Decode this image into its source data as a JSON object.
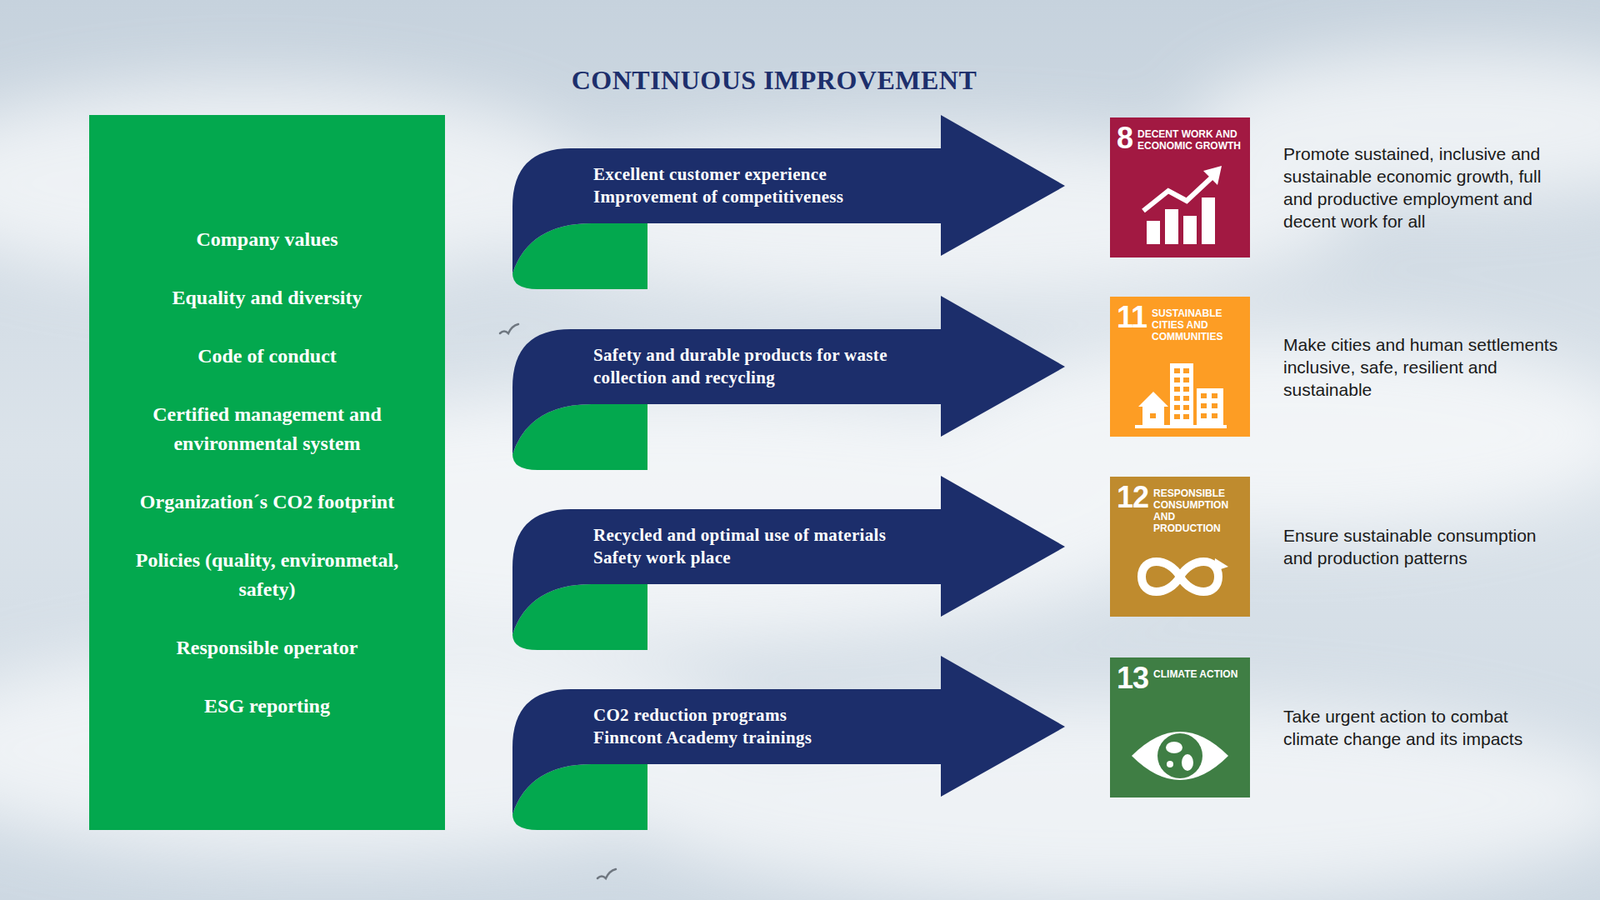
{
  "diagram": {
    "title": "CONTINUOUS IMPROVEMENT",
    "nodes": [
      {
        "text": [
          "Company values",
          "Equality and diversity",
          "Code of conduct",
          "Certified management and environmental system",
          "Organization´s CO2 footprint",
          "Policies (quality, environmetal, safety)",
          "Responsible operator",
          "ESG reporting"
        ]
      },
      {
        "text": [
          "Excellent customer experience",
          "Improvement of competitiveness"
        ]
      },
      {
        "text": [
          "Safety and durable products for waste collection and recycling"
        ]
      },
      {
        "text": [
          "Recycled and optimal use of materials",
          "Safety work place"
        ]
      },
      {
        "text": [
          "CO2 reduction programs",
          "Finncont Academy trainings"
        ]
      },
      {
        "text": [
          "8",
          "DECENT WORK AND ECONOMIC GROWTH"
        ]
      },
      {
        "text": [
          "11",
          "SUSTAINABLE CITIES AND COMMUNITIES"
        ]
      },
      {
        "text": [
          "12",
          "RESPONSIBLE CONSUMPTION AND PRODUCTION"
        ]
      },
      {
        "text": [
          "13",
          "CLIMATE ACTION"
        ]
      }
    ],
    "labels": [
      "Promote sustained, inclusive and sustainable economic growth, full and productive employment and decent work for all",
      "Make cities and human settlements inclusive, safe, resilient and sustainable",
      "Ensure sustainable consumption and production patterns",
      "Take urgent action to combat climate change and its impacts"
    ]
  }
}
